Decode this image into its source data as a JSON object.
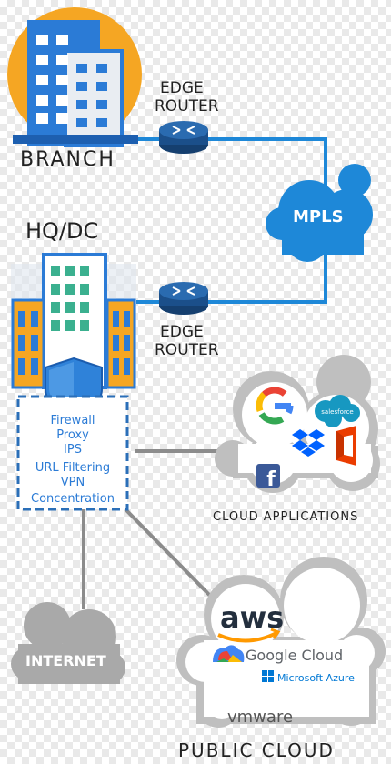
{
  "nodes": {
    "branch": "BRANCH",
    "hq": "HQ/DC",
    "edge_router_top": [
      "EDGE",
      "ROUTER"
    ],
    "edge_router_bottom": [
      "EDGE",
      "ROUTER"
    ],
    "mpls": "MPLS",
    "internet": "INTERNET",
    "cloud_apps": "CLOUD APPLICATIONS",
    "public_cloud": "PUBLIC CLOUD"
  },
  "security_services": [
    "Firewall",
    "Proxy",
    "IPS",
    "URL Filtering",
    "VPN",
    "Concentration"
  ],
  "cloud_app_logos": [
    "G",
    "salesforce",
    "dropbox",
    "office",
    "f"
  ],
  "public_cloud_logos": {
    "aws": "aws",
    "google": "Google Cloud",
    "azure": "Microsoft Azure",
    "vmware": "vmware"
  },
  "colors": {
    "link_blue": "#1e88d8",
    "link_gray": "#8c8c8c",
    "router": "#1b4f8a",
    "cloud_blue": "#1e88d8",
    "cloud_gray": "#a9a9a9",
    "building_blue": "#2b7bd6",
    "building_orange": "#f5a623",
    "building_green": "#3bb08f",
    "text_dark": "#222222"
  }
}
